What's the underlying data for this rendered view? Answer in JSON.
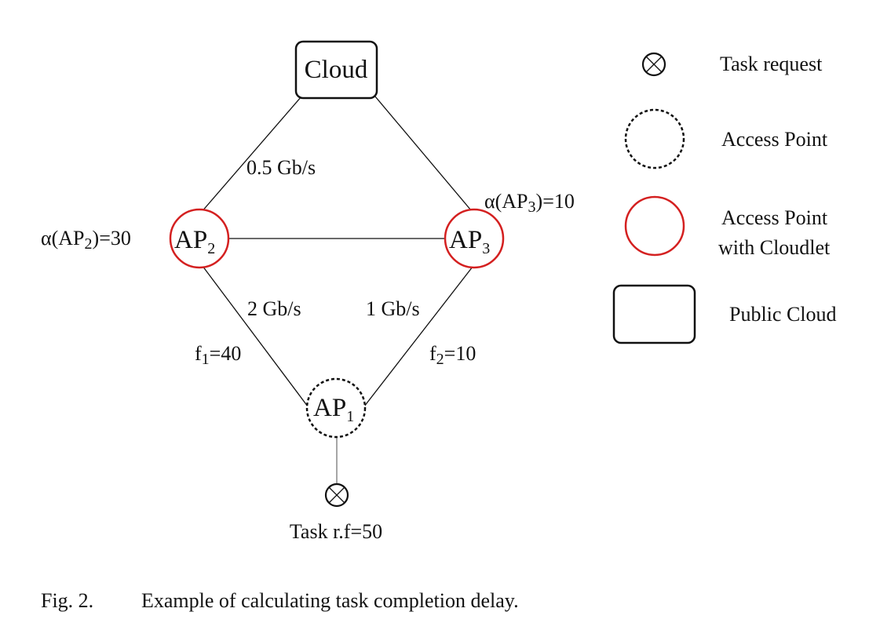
{
  "diagram": {
    "nodes": {
      "cloud": {
        "label": "Cloud",
        "type": "public-cloud"
      },
      "ap2": {
        "label": "AP",
        "sub": "2",
        "type": "access-point-with-cloudlet",
        "alpha_label": {
          "pre": "α(AP",
          "sub": "2",
          "post": ")=30"
        }
      },
      "ap3": {
        "label": "AP",
        "sub": "3",
        "type": "access-point-with-cloudlet",
        "alpha_label": {
          "pre": "α(AP",
          "sub": "3",
          "post": ")=10"
        }
      },
      "ap1": {
        "label": "AP",
        "sub": "1",
        "type": "access-point"
      },
      "task": {
        "label": "Task r.f=50",
        "type": "task-request"
      }
    },
    "edges": [
      {
        "from": "cloud",
        "to": "ap2",
        "label": "0.5 Gb/s"
      },
      {
        "from": "cloud",
        "to": "ap3",
        "label": ""
      },
      {
        "from": "ap2",
        "to": "ap3",
        "label": ""
      },
      {
        "from": "ap2",
        "to": "ap1",
        "label": "2 Gb/s",
        "f_label": {
          "pre": "f",
          "sub": "1",
          "post": "=40"
        }
      },
      {
        "from": "ap3",
        "to": "ap1",
        "label": "1 Gb/s",
        "f_label": {
          "pre": "f",
          "sub": "2",
          "post": "=10"
        }
      },
      {
        "from": "ap1",
        "to": "task",
        "label": ""
      }
    ],
    "colors": {
      "cloudlet": "#d42020",
      "line": "#111111",
      "task_line": "#777777"
    }
  },
  "legend": {
    "items": [
      {
        "icon": "task-request-icon",
        "label": "Task request"
      },
      {
        "icon": "access-point-icon",
        "label": "Access Point"
      },
      {
        "icon": "access-point-cloudlet-icon",
        "label_line1": "Access Point",
        "label_line2": "with Cloudlet"
      },
      {
        "icon": "public-cloud-icon",
        "label": "Public Cloud"
      }
    ]
  },
  "caption": {
    "prefix": "Fig. 2.",
    "text": "Example of calculating task completion delay."
  }
}
